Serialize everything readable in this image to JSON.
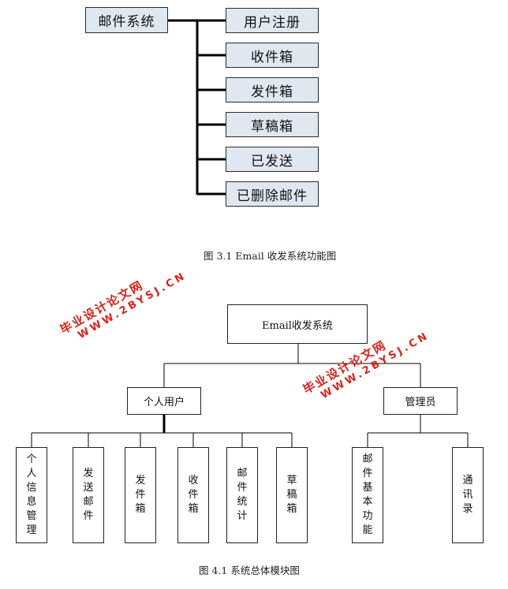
{
  "figure1": {
    "root": "邮件系统",
    "items": [
      "用户注册",
      "收件箱",
      "发件箱",
      "草稿箱",
      "已发送",
      "已删除邮件"
    ],
    "caption": "图 3.1 Email 收发系统功能图"
  },
  "figure2": {
    "root": "Email收发系统",
    "branches": [
      {
        "label": "个人用户",
        "children": [
          "个人信息管理",
          "发送邮件",
          "发件箱",
          "收件箱",
          "邮件统计",
          "草稿箱"
        ]
      },
      {
        "label": "管理员",
        "children": [
          "邮件基本功能",
          "通讯录"
        ]
      }
    ],
    "caption": "图 4.1 系统总体模块图"
  },
  "watermarks": [
    {
      "line1": "毕业设计论文网",
      "line2": "WWW.2BYSJ.CN"
    },
    {
      "line1": "毕业设计论文网",
      "line2": "WWW.2BYSJ.CN"
    }
  ],
  "colors": {
    "fig1_box_fill": "#dfe7f1",
    "watermark": "#d9221d",
    "line": "#000000"
  }
}
